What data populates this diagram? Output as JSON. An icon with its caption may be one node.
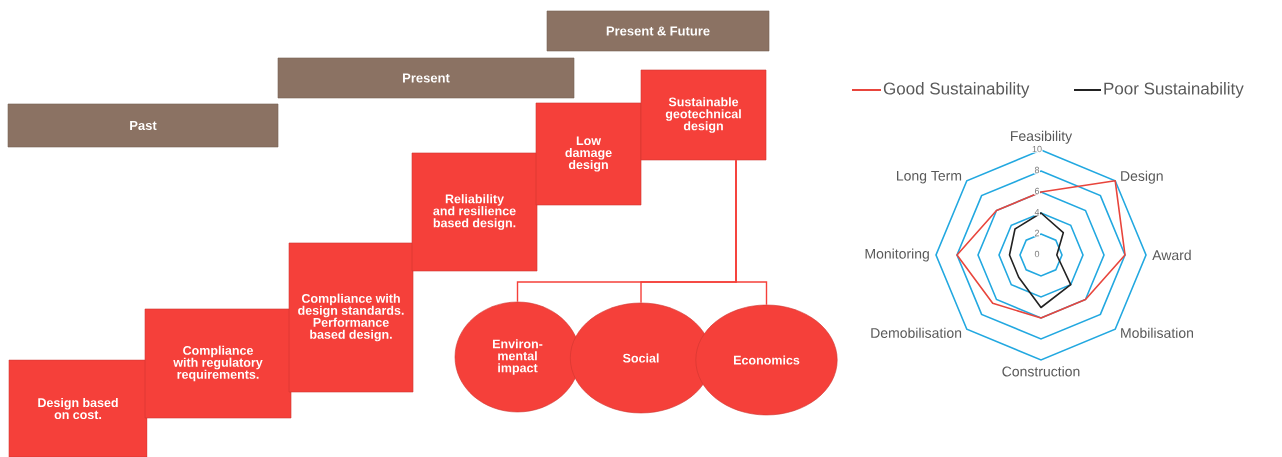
{
  "diagram": {
    "nodes": [
      {
        "text": [
          "Past"
        ]
      },
      {
        "text": [
          "Present"
        ]
      },
      {
        "text": [
          "Present & Future"
        ]
      },
      {
        "text": [
          "Design based on cost."
        ]
      },
      {
        "text": [
          "Compliance with regulatory requirements."
        ]
      },
      {
        "text": [
          "Compliance with design standards. Performance based design."
        ]
      },
      {
        "text": [
          "Reliability and resilience based design."
        ]
      },
      {
        "text": [
          "Low damage design"
        ]
      },
      {
        "text": [
          "Sustainable geotechnical design"
        ]
      },
      {
        "text": [
          "Environ- mental impact"
        ]
      },
      {
        "text": [
          "Social"
        ]
      },
      {
        "text": [
          "Economics"
        ]
      }
    ],
    "edges": [
      {
        "from": 8,
        "to": 9,
        "arrow": "none"
      },
      {
        "from": 8,
        "to": 10,
        "arrow": "none"
      },
      {
        "from": 8,
        "to": 11,
        "arrow": "none"
      }
    ],
    "labels": [
      "Feasibility",
      "10",
      "8",
      "Long Term",
      "Design",
      "6",
      "4",
      "2",
      "Monitoring",
      "0",
      "Award",
      "Demobilisation",
      "Mobilisation",
      "Construction"
    ],
    "legend": [
      {
        "text": "Good Sustainability"
      },
      {
        "text": "Poor Sustainability"
      }
    ]
  }
}
